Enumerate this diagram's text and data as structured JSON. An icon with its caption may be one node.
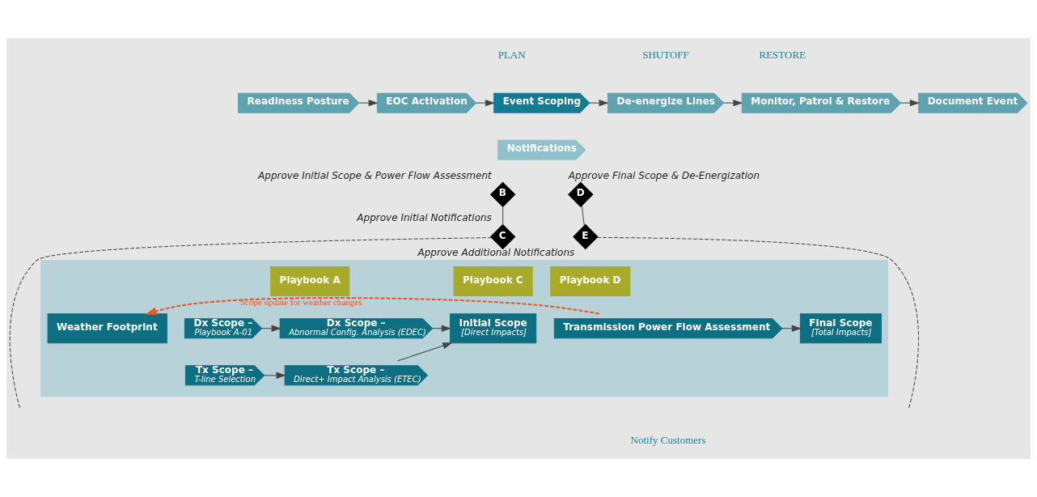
{
  "diagram": {
    "nodes": [
      {
        "text": [
          "Readiness Posture"
        ]
      },
      {
        "text": [
          "EOC Activation"
        ]
      },
      {
        "text": [
          "Event Scoping"
        ]
      },
      {
        "text": [
          "De-energize Lines"
        ]
      },
      {
        "text": [
          "Monitor, Patrol & Restore"
        ]
      },
      {
        "text": [
          "Document Event"
        ]
      },
      {
        "text": [
          "Notifications"
        ]
      },
      {
        "text": [],
        "shape": "arrow"
      },
      {
        "text": [
          "Weather Footprint"
        ],
        "in": 7
      },
      {
        "text": [
          "Playbook A"
        ],
        "in": 7
      },
      {
        "text": [
          "Dx Scope –",
          "Playbook A-01"
        ],
        "in": 7
      },
      {
        "text": [
          "Tx Scope –",
          "T-line Selection"
        ],
        "in": 7
      },
      {
        "text": [
          "Dx Scope –",
          "Abnormal Config. Analysis (EDEC)"
        ],
        "in": 7
      },
      {
        "text": [
          "Tx Scope –",
          "Direct+ Impact Analysis (ETEC)"
        ],
        "in": 7
      },
      {
        "text": [
          "Playbook C"
        ],
        "in": 7
      },
      {
        "text": [
          "Initial Scope",
          "[Direct Impacts]"
        ],
        "in": 7
      },
      {
        "text": [
          "Transmission Power Flow Assessment"
        ],
        "in": 7
      },
      {
        "text": [
          "Playbook D"
        ],
        "in": 7
      },
      {
        "text": [
          "Final Scope",
          "[Total Impacts]"
        ],
        "in": 7
      },
      {
        "text": [
          "B"
        ],
        "beside": [
          "Approve Initial Scope & Power Flow Assessment"
        ]
      },
      {
        "text": [
          "C"
        ],
        "beside": [
          "Approve Initial Notifications"
        ]
      },
      {
        "text": [
          "D"
        ],
        "beside": [
          "Approve Final Scope & De-Energization"
        ]
      },
      {
        "text": [
          "E"
        ],
        "beside": [
          "Approve Additional Notifications"
        ]
      }
    ],
    "edges": [
      {
        "from": 0,
        "to": 1,
        "arrow": "to"
      },
      {
        "from": 1,
        "to": 2,
        "arrow": "to"
      },
      {
        "from": 2,
        "to": 3,
        "arrow": "to"
      },
      {
        "from": 3,
        "to": 4,
        "arrow": "to"
      },
      {
        "from": 4,
        "to": 5,
        "arrow": "to"
      },
      {
        "from": 10,
        "to": 12,
        "arrow": "to"
      },
      {
        "from": 11,
        "to": 13,
        "arrow": "to"
      },
      {
        "from": 12,
        "to": 15,
        "arrow": "to"
      },
      {
        "from": 13,
        "to": 15,
        "arrow": "to"
      },
      {
        "from": 16,
        "to": 18,
        "arrow": "to"
      },
      {
        "from": 19,
        "to": 20,
        "arrow": "none"
      },
      {
        "from": 20,
        "to": null,
        "arrow": "none",
        "style": "dashed"
      },
      {
        "from": 21,
        "to": 22,
        "arrow": "none"
      },
      {
        "from": 22,
        "to": null,
        "arrow": "none",
        "style": "dashed"
      },
      {
        "from": 16,
        "to": 8,
        "arrow": "to",
        "label": "Scope update for weather changes",
        "style": "dashed",
        "color": "#e8562a"
      }
    ],
    "labels": [
      "PLAN",
      "SHUTOFF",
      "RESTORE",
      "Notify Customers"
    ]
  }
}
